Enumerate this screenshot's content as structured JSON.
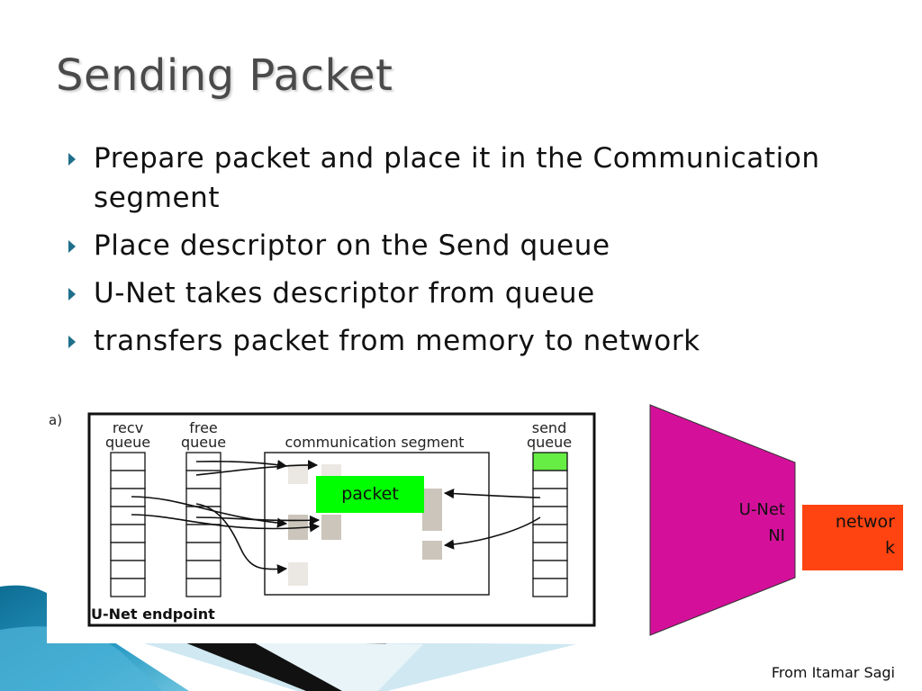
{
  "slide": {
    "title": "Sending Packet",
    "bullets": [
      "Prepare packet and place it in the Communication segment",
      "Place descriptor on the Send queue",
      "U-Net takes descriptor from queue",
      "transfers packet from memory to network"
    ],
    "credit": "From Itamar Sagi"
  },
  "diagram": {
    "panel_label": "a)",
    "recv_queue": [
      "recv",
      "queue"
    ],
    "free_queue": [
      "free",
      "queue"
    ],
    "send_queue": [
      "send",
      "queue"
    ],
    "comm_segment": "communication segment",
    "endpoint": "U-Net endpoint",
    "packet": "packet",
    "ni_label": [
      "U-Net",
      "NI"
    ],
    "network_label": [
      "networ",
      "k"
    ]
  },
  "colors": {
    "title": "#4a4a4a",
    "bullet": "#1f6f8b",
    "ni_fill": "#d4109a",
    "network_fill": "#ff4411",
    "packet_fill": "#00ff00",
    "send_slot_fill": "#66ee44",
    "buffer_fill": "#cbc5bb",
    "decor_teal": "#1b86aa"
  },
  "icons": {
    "bullet": "triangle-right-icon"
  }
}
